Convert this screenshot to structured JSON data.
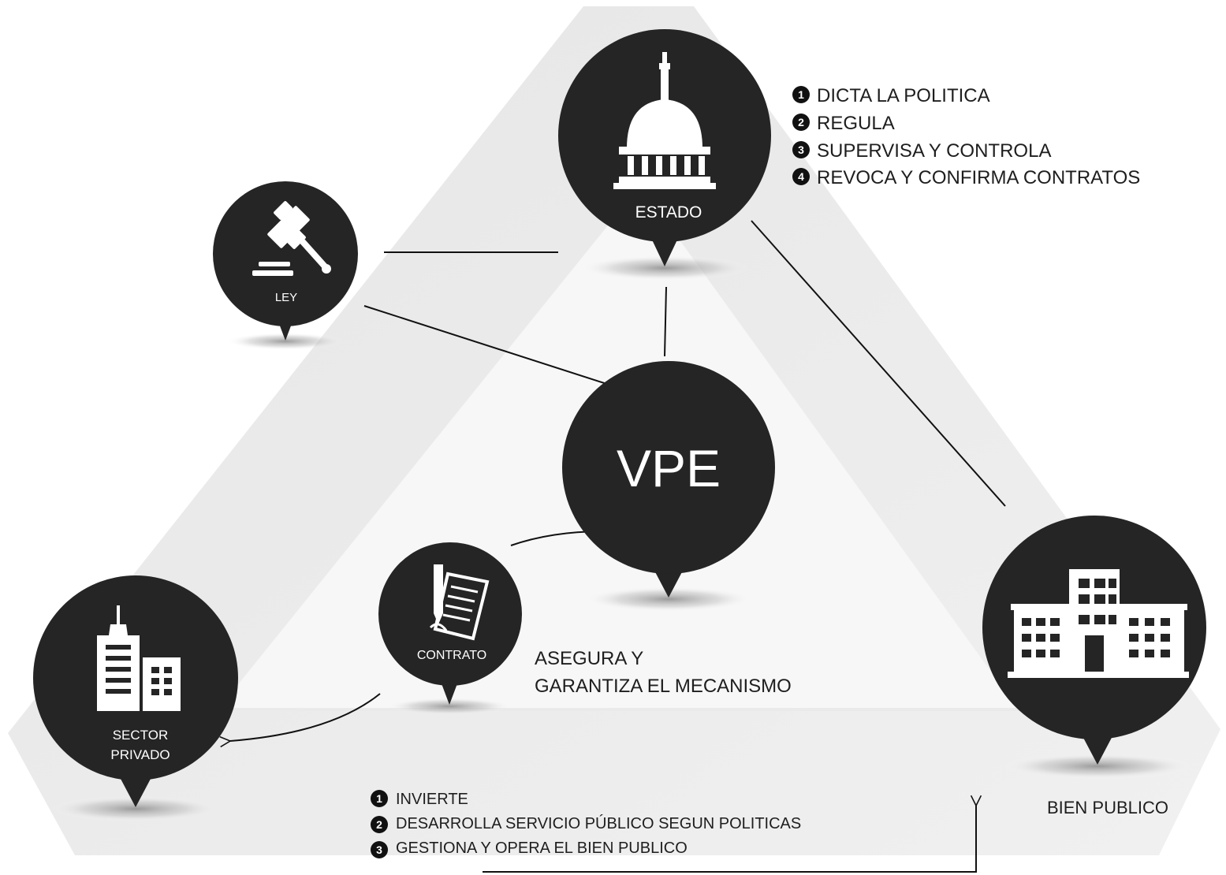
{
  "nodes": {
    "estado": {
      "label": "ESTADO"
    },
    "ley": {
      "label": "LEY"
    },
    "vpe": {
      "label": "VPE"
    },
    "contrato": {
      "label": "CONTRATO"
    },
    "sector_privado": {
      "label_line1": "SECTOR",
      "label_line2": "PRIVADO"
    },
    "bien_publico": {
      "label": "BIEN PUBLICO"
    }
  },
  "estado_roles": [
    {
      "num": "1",
      "text": "DICTA LA POLITICA"
    },
    {
      "num": "2",
      "text": "REGULA"
    },
    {
      "num": "3",
      "text": "SUPERVISA Y CONTROLA"
    },
    {
      "num": "4",
      "text": "REVOCA Y CONFIRMA CONTRATOS"
    }
  ],
  "contrato_note": {
    "line1": "ASEGURA Y",
    "line2": "GARANTIZA EL MECANISMO"
  },
  "private_roles": [
    {
      "num": "1",
      "text": "INVIERTE"
    },
    {
      "num": "2",
      "text": "DESARROLLA SERVICIO PÚBLICO SEGUN POLITICAS"
    },
    {
      "num": "3",
      "text": "GESTIONA Y OPERA EL BIEN PUBLICO"
    }
  ],
  "colors": {
    "pin": "#252525",
    "band": "#ececec",
    "inner": "#f6f6f6",
    "line": "#111111"
  }
}
